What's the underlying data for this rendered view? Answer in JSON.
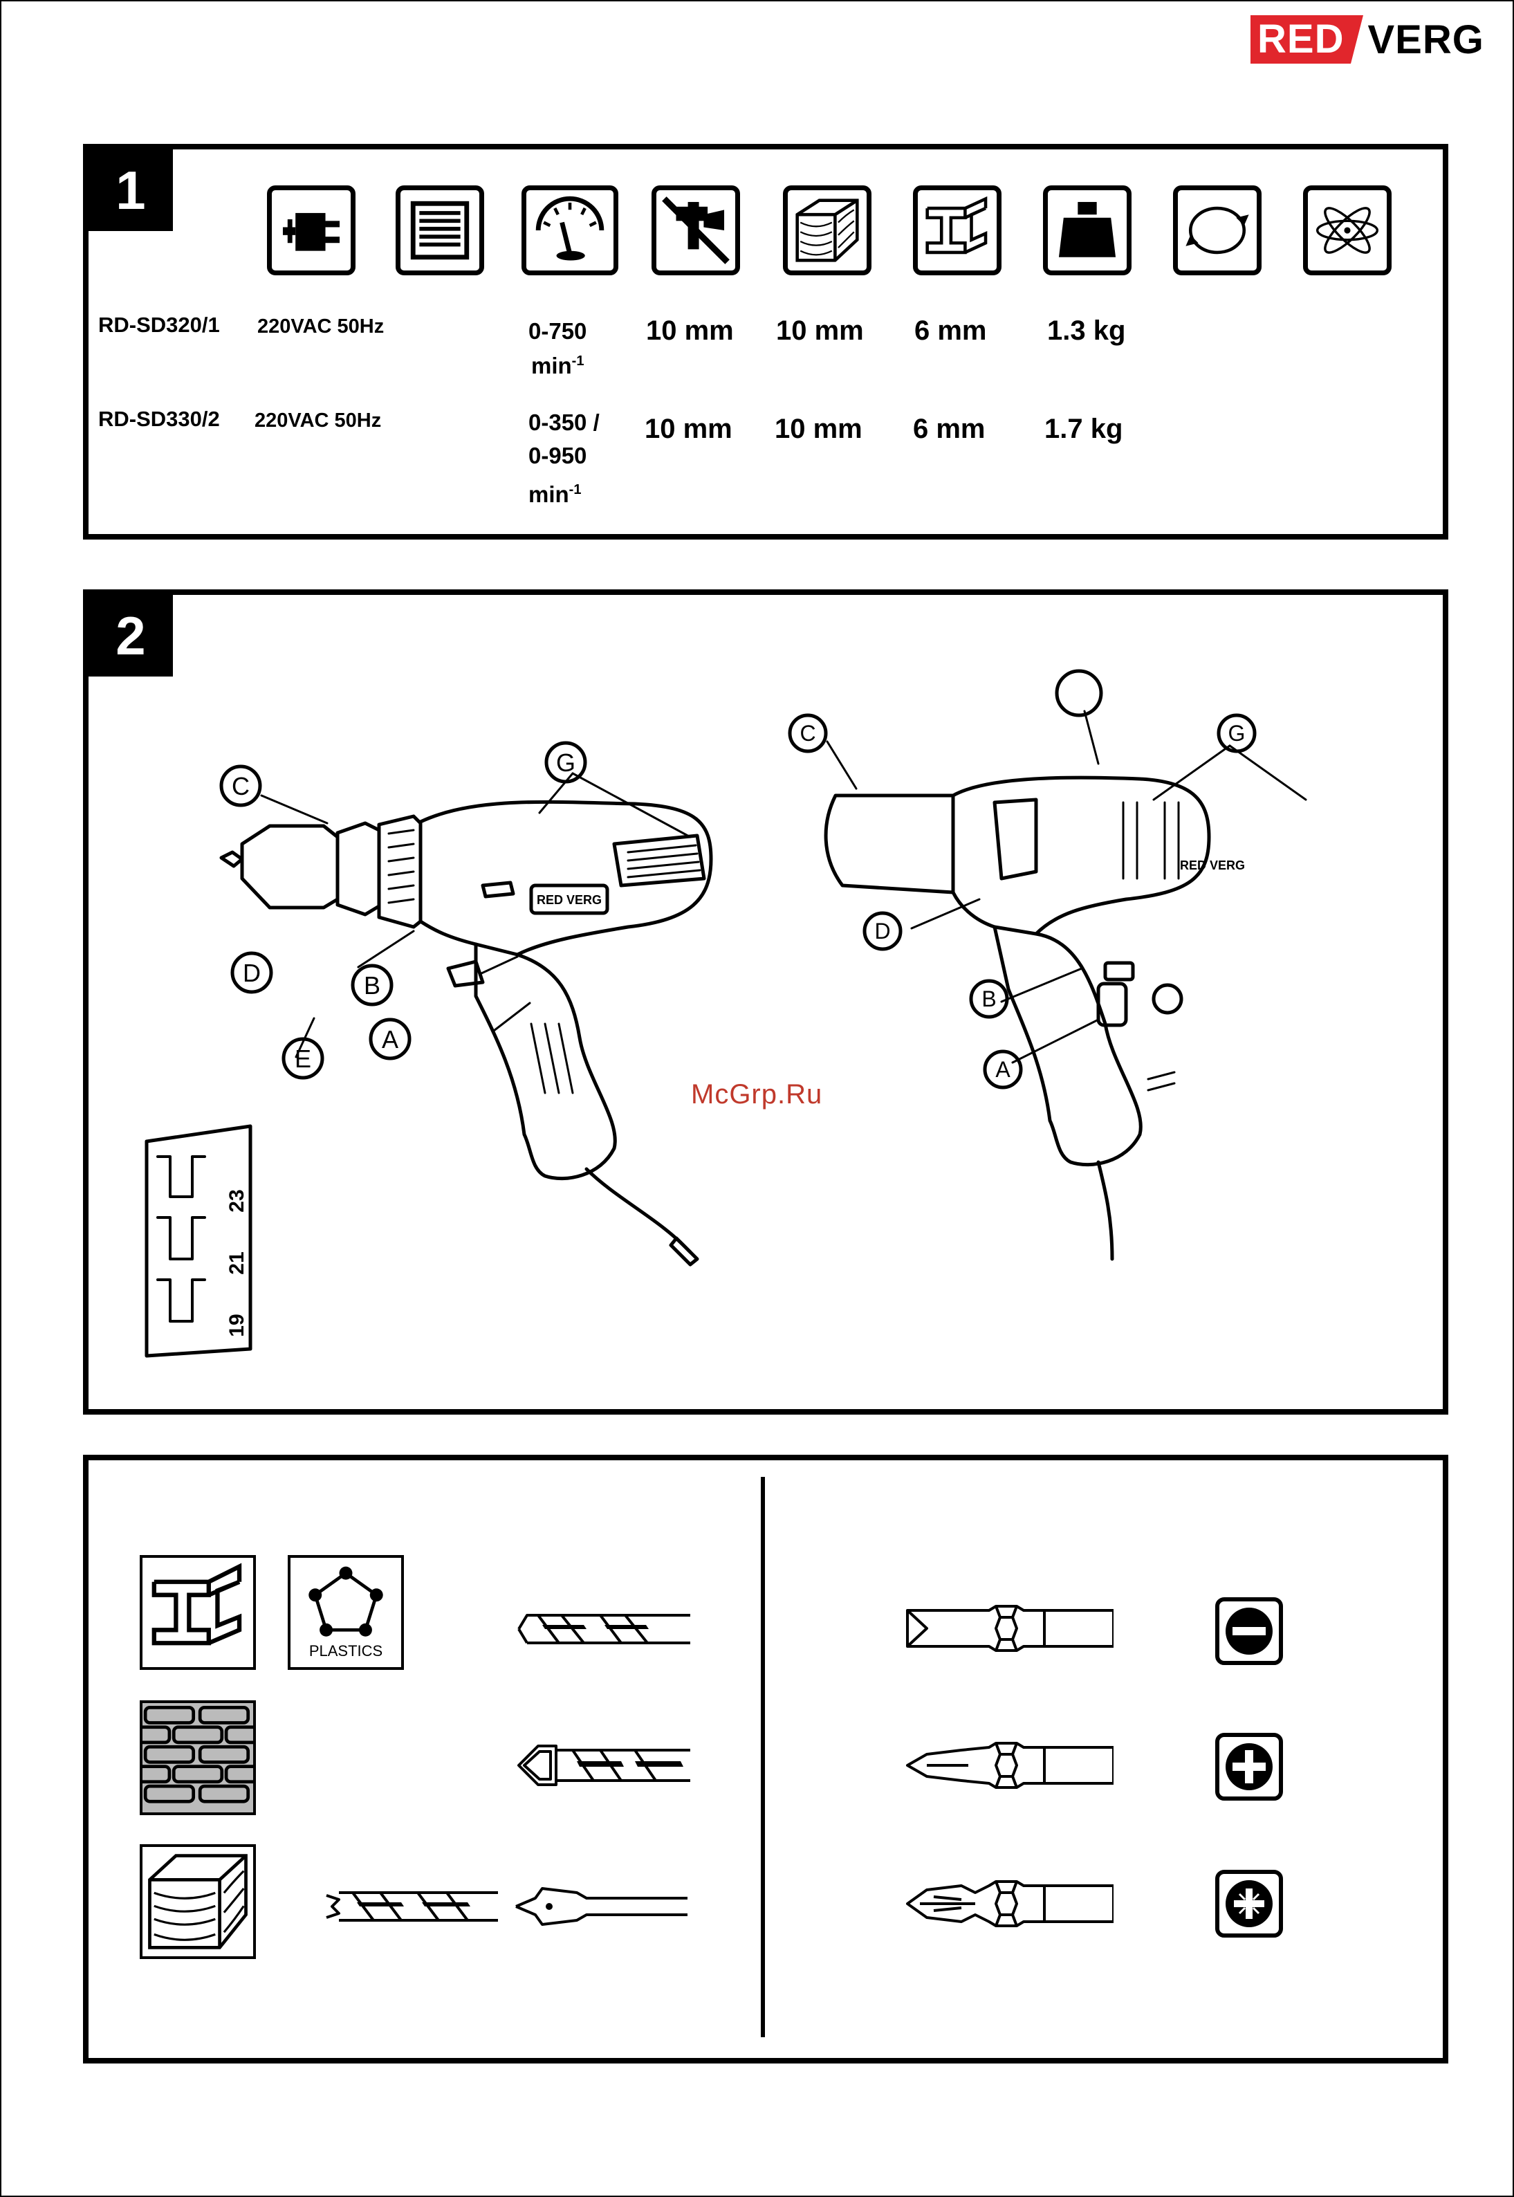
{
  "brand": {
    "red_part": "RED",
    "rest_part": "VERG"
  },
  "panel1": {
    "number": "1",
    "icons": [
      "plug-icon",
      "motor-icon",
      "speed-gauge-icon",
      "no-hammer-icon",
      "wood-icon",
      "steel-beam-icon",
      "weight-icon",
      "rotation-icon",
      "vibration-icon"
    ],
    "rows": [
      {
        "model": "RD-SD320/1",
        "voltage": "220VAC 50Hz",
        "rpm_lines": [
          "0-750"
        ],
        "rpm_unit": "min",
        "rpm_exp": "-1",
        "steel": "10 mm",
        "wood": "10 mm",
        "screw": "6 mm",
        "weight": "1.3 kg"
      },
      {
        "model": "RD-SD330/2",
        "voltage": "220VAC 50Hz",
        "rpm_lines": [
          "0-350 /",
          "0-950"
        ],
        "rpm_unit": "min",
        "rpm_exp": "-1",
        "steel": "10 mm",
        "wood": "10 mm",
        "screw": "6 mm",
        "weight": "1.7 kg"
      }
    ]
  },
  "panel2": {
    "number": "2",
    "left_labels": {
      "c": "C",
      "g": "G",
      "d": "D",
      "b": "B",
      "a": "A",
      "e": "E"
    },
    "right_labels": {
      "c": "C",
      "g": "G",
      "d": "D",
      "b": "B",
      "a": "A"
    },
    "drill_logo": "RED VERG",
    "torque_scale": [
      "19",
      "21",
      "23"
    ]
  },
  "watermark": "McGrp.Ru",
  "panel3": {
    "plastics_label": "PLASTICS",
    "materials": [
      "steel-icon",
      "plastics-icon",
      "brick-icon",
      "wood-icon"
    ],
    "bits": [
      "twist-drill-bit",
      "masonry-drill-bit",
      "wood-drill-bit",
      "spade-bit",
      "slotted-screwdriver-bit",
      "phillips-screwdriver-bit",
      "pozidriv-screwdriver-bit"
    ]
  }
}
